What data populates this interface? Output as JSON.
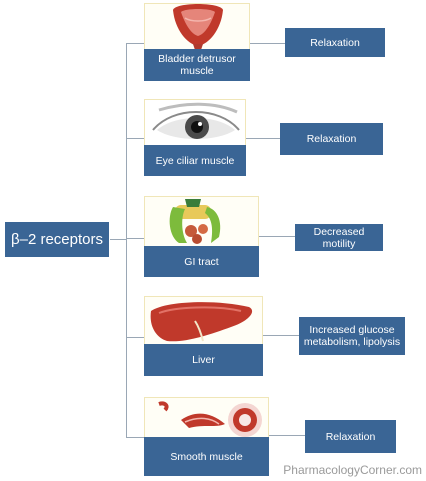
{
  "root": {
    "label": "β–2 receptors"
  },
  "items": [
    {
      "organ": "Bladder detrusor muscle",
      "effect": "Relaxation",
      "picture": "bladder-image"
    },
    {
      "organ": "Eye ciliar muscle",
      "effect": "Relaxation",
      "picture": "eye-image"
    },
    {
      "organ": "GI tract",
      "effect": "Decreased motility",
      "picture": "gi-tract-image"
    },
    {
      "organ": "Liver",
      "effect": "Increased glucose metabolism, lipolysis",
      "picture": "liver-image"
    },
    {
      "organ": "Smooth muscle",
      "effect": "Relaxation",
      "picture": "smooth-muscle-image"
    }
  ],
  "watermark": "PharmacologyCorner.com",
  "colors": {
    "box": "#3a6595",
    "connector": "#9aa7b5",
    "picture_border": "#f0e6b8"
  }
}
